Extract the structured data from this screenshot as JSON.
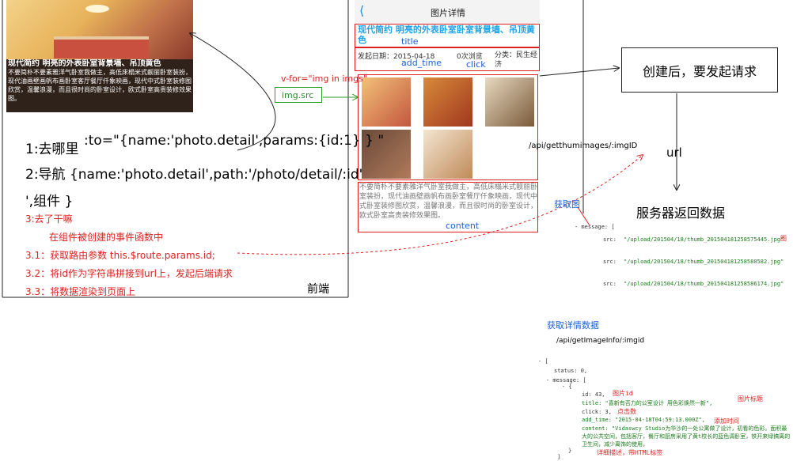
{
  "thumb": {
    "title": "现代简约 明亮的外表卧室背景墙、吊顶黄色",
    "desc": "不要简朴不要素雅洋气卧室我做主，高低床榻米式靓丽卧室装扮，现代油画壁画帆布画卧室客厅餐厅仟象映画，现代中式卧室装修图欣赏，温馨浪漫，而且很时尚的卧室设计，欧式卧室高贵装修效果图。"
  },
  "phone": {
    "back_icon": "back-chevron-icon",
    "header": "图片详情",
    "title": "现代简约 明亮的外表卧室卧室背景墙、吊顶黄色",
    "date": "发起日期：2015-04-18",
    "views": "0次浏览",
    "category": "分类：民生经济",
    "content": "不要简朴不要素雅洋气卧室我做主，高低床榻米式靓丽卧室装扮，现代油画壁画帆布画卧室餐厅仟象映画，现代中式卧室装修图欣赏，温馨浪漫，而且很时尚的卧室设计，欧式卧室高贵装修效果图。"
  },
  "labels": {
    "title": "title",
    "add_time": "add_time",
    "click": "click",
    "vfor": "v-for=\"img in imgs\"",
    "img_src": "img.src",
    "content": "content"
  },
  "left": {
    "step1": "1:去哪里",
    "to_code": ":to=\"{name:'photo.detail',params:{id:1}  }  \"",
    "step2": "2:导航 {name:'photo.detail',path:'/photo/detail/:id'",
    "step2b": "',组件 }",
    "step3": "3:去了干嘛",
    "step3_sub": "在组件被创建的事件函数中",
    "step31": "3.1：获取路由参数   this.$route.params.id;",
    "step32": "3.2：将id作为字符串拼接到url上，发起后端请求",
    "step33": "3.3：将数据渲染到页面上",
    "frontend": "前端"
  },
  "right": {
    "request_box": "创建后，要发起请求",
    "thumb_api": "/api/getthumimages/:imgID",
    "url": "url",
    "get_image": "获取图",
    "server_data": "服务器返回数据",
    "detail_title": "获取详情数据",
    "detail_api": "/api/getImageInfo/:imgid",
    "img_note": "图",
    "id_note": "图片id",
    "title_note": "图片标题",
    "click_note": "点击数",
    "time_note": "添加时间",
    "content_note": "详细描述，带HTML标签"
  },
  "json1": {
    "message_line": "- message: [",
    "src_key": "src:",
    "srcs": [
      "\"/upload/201504/18/thumb_201504181258575445.jpg\"",
      "\"/upload/201504/18/thumb_201504181258580582.jpg\"",
      "\"/upload/201504/18/thumb_201504181258586174.jpg\""
    ]
  },
  "json2": {
    "open": "- [",
    "status": "status: 0,",
    "message": "- message: [",
    "obj": "- {",
    "id": "id: 43,",
    "title": "title: \"喜新有否力的公室设计 用色彩焕然一新\",",
    "click": "click: 3,",
    "add_time": "add_time: \"2015-04-18T04:59:13.000Z\",",
    "content": "content: \"Vidaswcy Studio为华沙的一处公寓做了设计，初看的色彩。面积最大的公共空间，包括客厅，餐厅和厨房采用了黄t校长的蓝色调卧室，铁开来绿搞离的卫生间，减少离饰的使用，",
    "close1": "}",
    "close2": "]"
  },
  "colors": {
    "red": "#e02020",
    "blue": "#1a5fd6",
    "green": "#1a7a1a"
  }
}
